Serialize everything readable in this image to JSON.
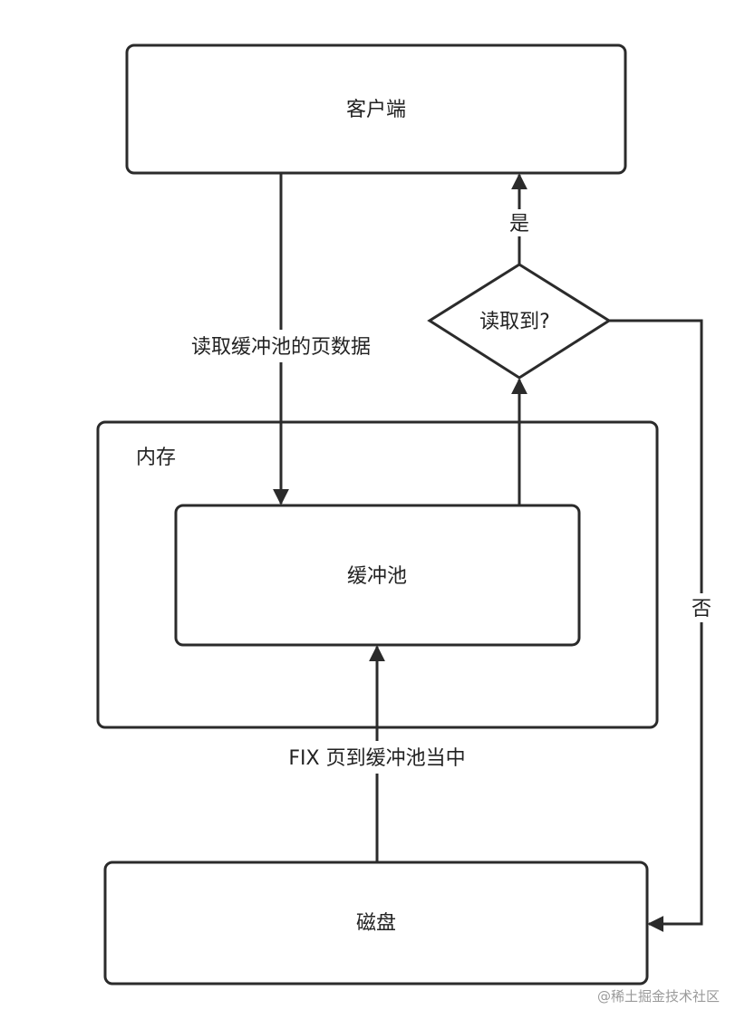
{
  "nodes": {
    "client": "客户端",
    "memory": "内存",
    "buffer_pool": "缓冲池",
    "decision": "读取到?",
    "disk": "磁盘"
  },
  "edges": {
    "client_to_buffer": "读取缓冲池的页数据",
    "decision_yes": "是",
    "decision_no": "否",
    "disk_to_buffer": "FIX 页到缓冲池当中"
  },
  "watermark": "@稀土掘金技术社区",
  "colors": {
    "stroke": "#2b2b2b",
    "background": "#ffffff",
    "text": "#222222",
    "watermark": "#9a9a9a"
  }
}
